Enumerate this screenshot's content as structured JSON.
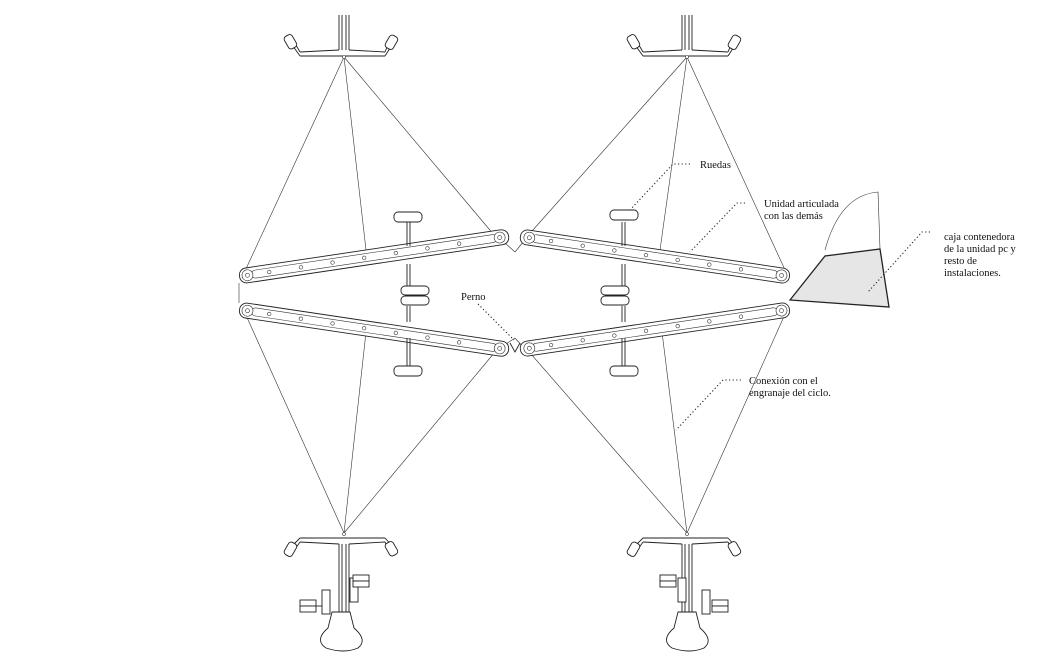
{
  "diagram": {
    "labels": {
      "ruedas": "Ruedas",
      "unidad_line1": "Unidad articulada",
      "unidad_line2": "con las demás",
      "caja_line1": "caja contenedora",
      "caja_line2": "de la unidad pc y",
      "caja_line3": "resto de",
      "caja_line4": "instalaciones.",
      "perno": "Perno",
      "conexion_line1": "Conexión con el",
      "conexion_line2": "engranaje del ciclo."
    },
    "colors": {
      "line": "#222222",
      "box_fill": "#e6e6e6",
      "background": "#ffffff"
    },
    "icons": [
      "handlebar-icon",
      "bicycle-seat-icon",
      "pedal-icon",
      "wheel-icon",
      "pivot-bolt-icon"
    ]
  }
}
